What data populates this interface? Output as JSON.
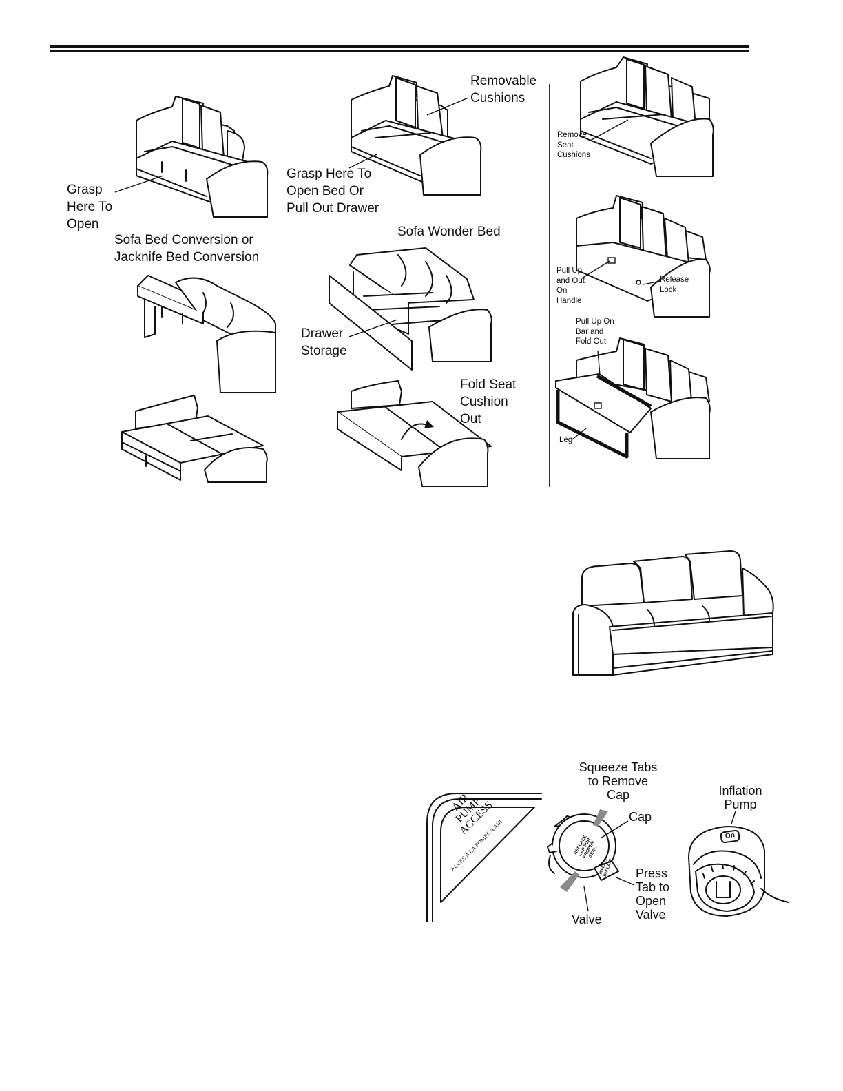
{
  "header": {},
  "panel_jackknife": {
    "grasp_label": "Grasp\nHere To\nOpen",
    "caption": "Sofa Bed Conversion or\nJacknife Bed Conversion"
  },
  "panel_wonder_bed": {
    "removable_label": "Removable\nCushions",
    "grasp_label": "Grasp Here To\nOpen Bed Or\nPull Out Drawer",
    "caption": "Sofa Wonder Bed",
    "drawer_label": "Drawer\nStorage",
    "fold_label": "Fold Seat\nCushion\nOut"
  },
  "panel_right": {
    "remove_cushions_label": "Remove\nSeat\nCushions",
    "pull_handle_label": "Pull Up\nand Out\nOn\nHandle",
    "release_lock_label": "Release\nLock",
    "pull_bar_label": "Pull Up On\nBar and\nFold Out",
    "leg_label": "Leg"
  },
  "air_pump": {
    "access_text": "AIR\nPUMP\nACCESS",
    "access_french": "ACCES A LA POMPE A AIR",
    "squeeze_label": "Squeeze Tabs\nto Remove\nCap",
    "cap_label": "Cap",
    "cap_text": "REPLACE\nCAP FOR\nPROPER\nSEAL",
    "valve_text": "INFLATE\nDEFLATE",
    "press_label": "Press\nTab to\nOpen\nValve",
    "valve_label": "Valve",
    "pump_label": "Inflation\nPump",
    "pump_button_text": "On"
  }
}
